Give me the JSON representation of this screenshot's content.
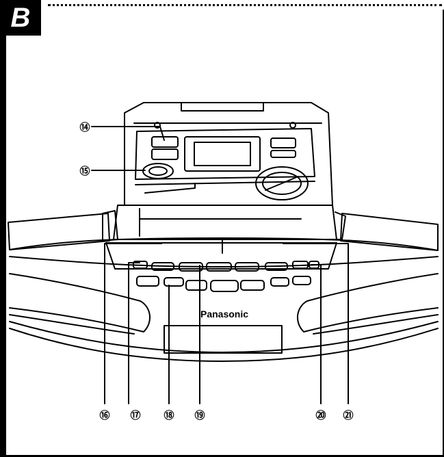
{
  "section": {
    "letter": "B"
  },
  "device": {
    "brand": "Panasonic"
  },
  "callouts": {
    "c14": "⑭",
    "c15": "⑮",
    "c16": "⑯",
    "c17": "⑰",
    "c18": "⑱",
    "c19": "⑲",
    "c20": "⑳",
    "c21": "㉑"
  }
}
